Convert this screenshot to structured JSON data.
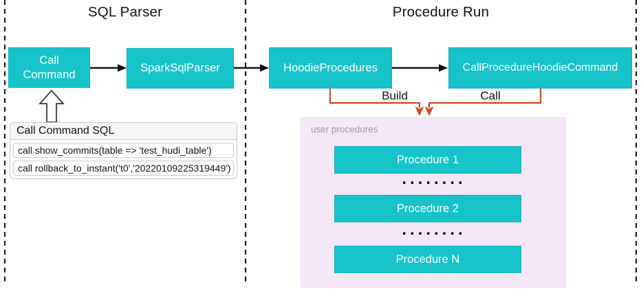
{
  "colors": {
    "node_teal": "#17c3cb",
    "connector_orange": "#d2491c",
    "panel_purple": "#f5e6f7",
    "arrow_black": "#111111",
    "sql_header_gray": "#f6f6f6"
  },
  "sections": {
    "sql_parser": {
      "title": "SQL Parser"
    },
    "procedure_run": {
      "title": "Procedure Run"
    }
  },
  "nodes": {
    "call_command": {
      "label_line1": "Call",
      "label_line2": "Command"
    },
    "spark_sql_parser": {
      "label": "SparkSqlParser"
    },
    "hoodie_procedures": {
      "label": "HoodieProcedures"
    },
    "call_procedure_hoodie_command": {
      "label": "CallProcedureHoodieCommand"
    }
  },
  "edges": {
    "build_label": "Build",
    "call_label": "Call"
  },
  "sql_panel": {
    "header": "Call Command SQL",
    "rows": [
      "call show_commits(table => 'test_hudi_table')",
      "call rollback_to_instant('t0','20220109225319449')"
    ]
  },
  "procedure_panel": {
    "label": "user procedures",
    "items": [
      {
        "label": "Procedure 1"
      },
      {
        "label": "Procedure 2"
      },
      {
        "label": "Procedure N"
      }
    ],
    "ellipsis": "........"
  }
}
